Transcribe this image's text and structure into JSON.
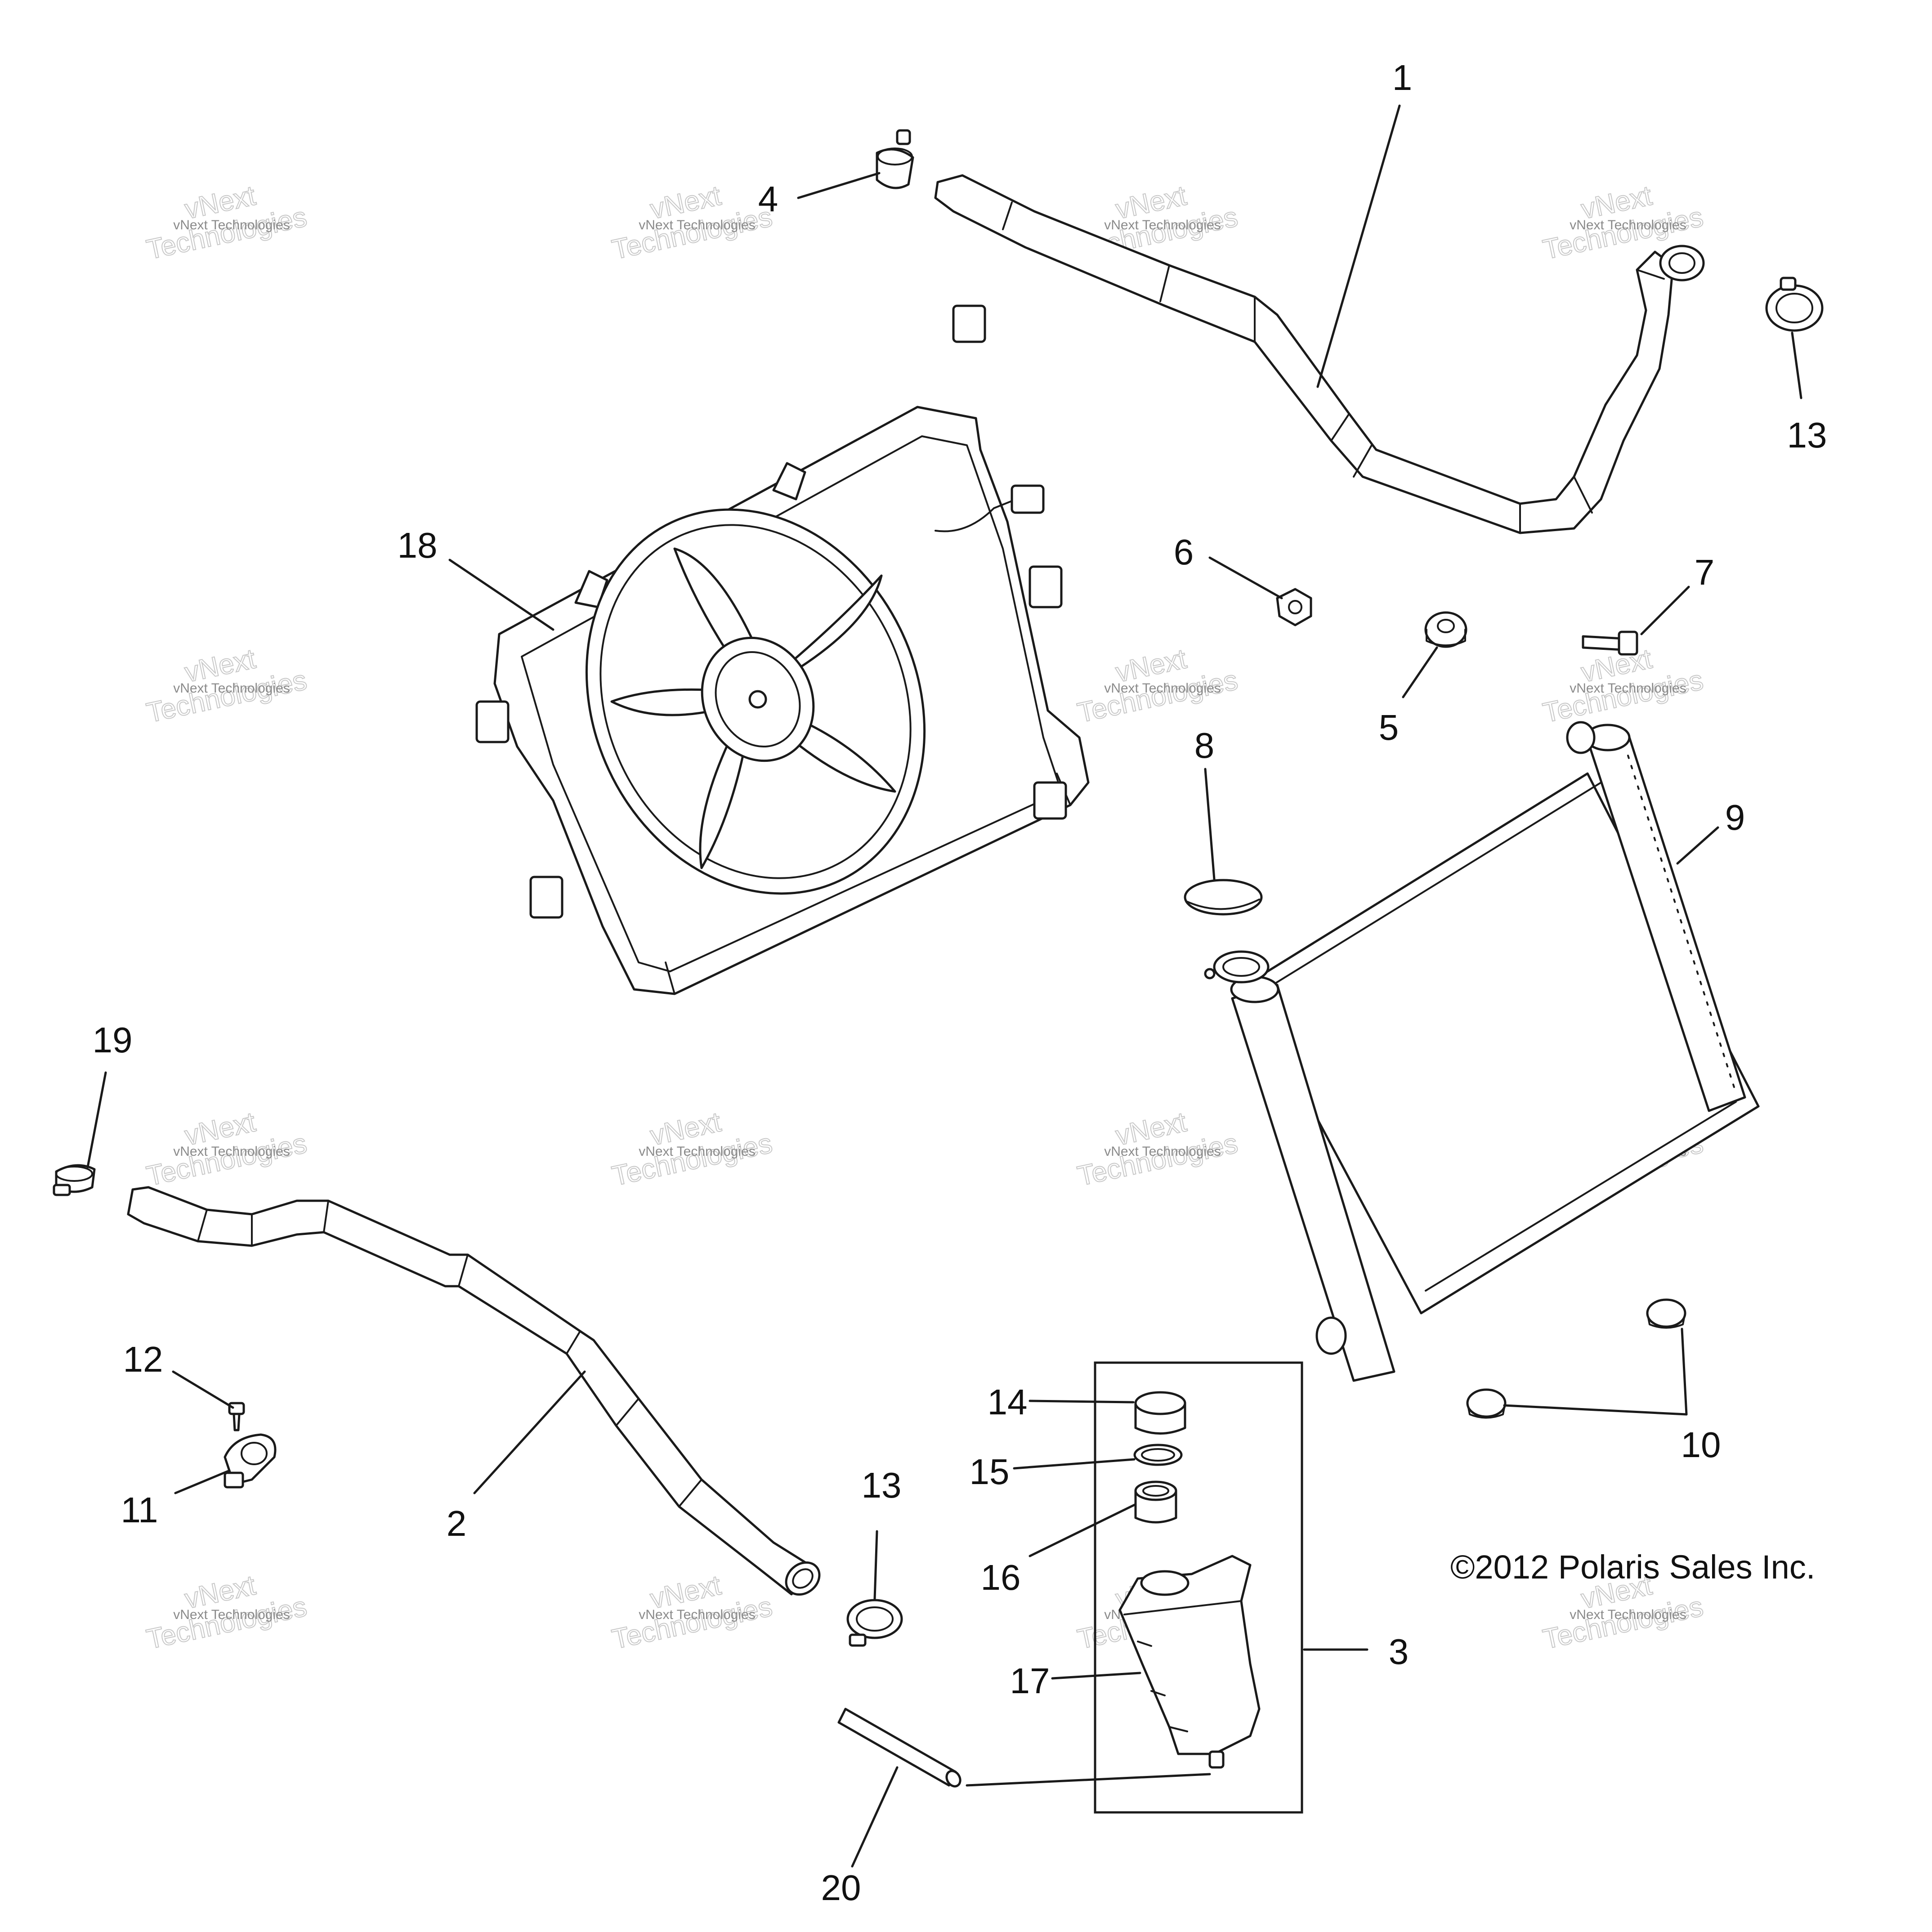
{
  "watermark": {
    "line1": "vNext Technologies",
    "line2": "vNext",
    "line3": "Technologies"
  },
  "callouts": {
    "c1": "1",
    "c2": "2",
    "c3": "3",
    "c4": "4",
    "c5": "5",
    "c6": "6",
    "c7": "7",
    "c8": "8",
    "c9": "9",
    "c10": "10",
    "c11": "11",
    "c12": "12",
    "c13a": "13",
    "c13b": "13",
    "c14": "14",
    "c15": "15",
    "c16": "16",
    "c17": "17",
    "c18": "18",
    "c19": "19",
    "c20": "20"
  },
  "copyright": "©2012  Polaris Sales Inc."
}
